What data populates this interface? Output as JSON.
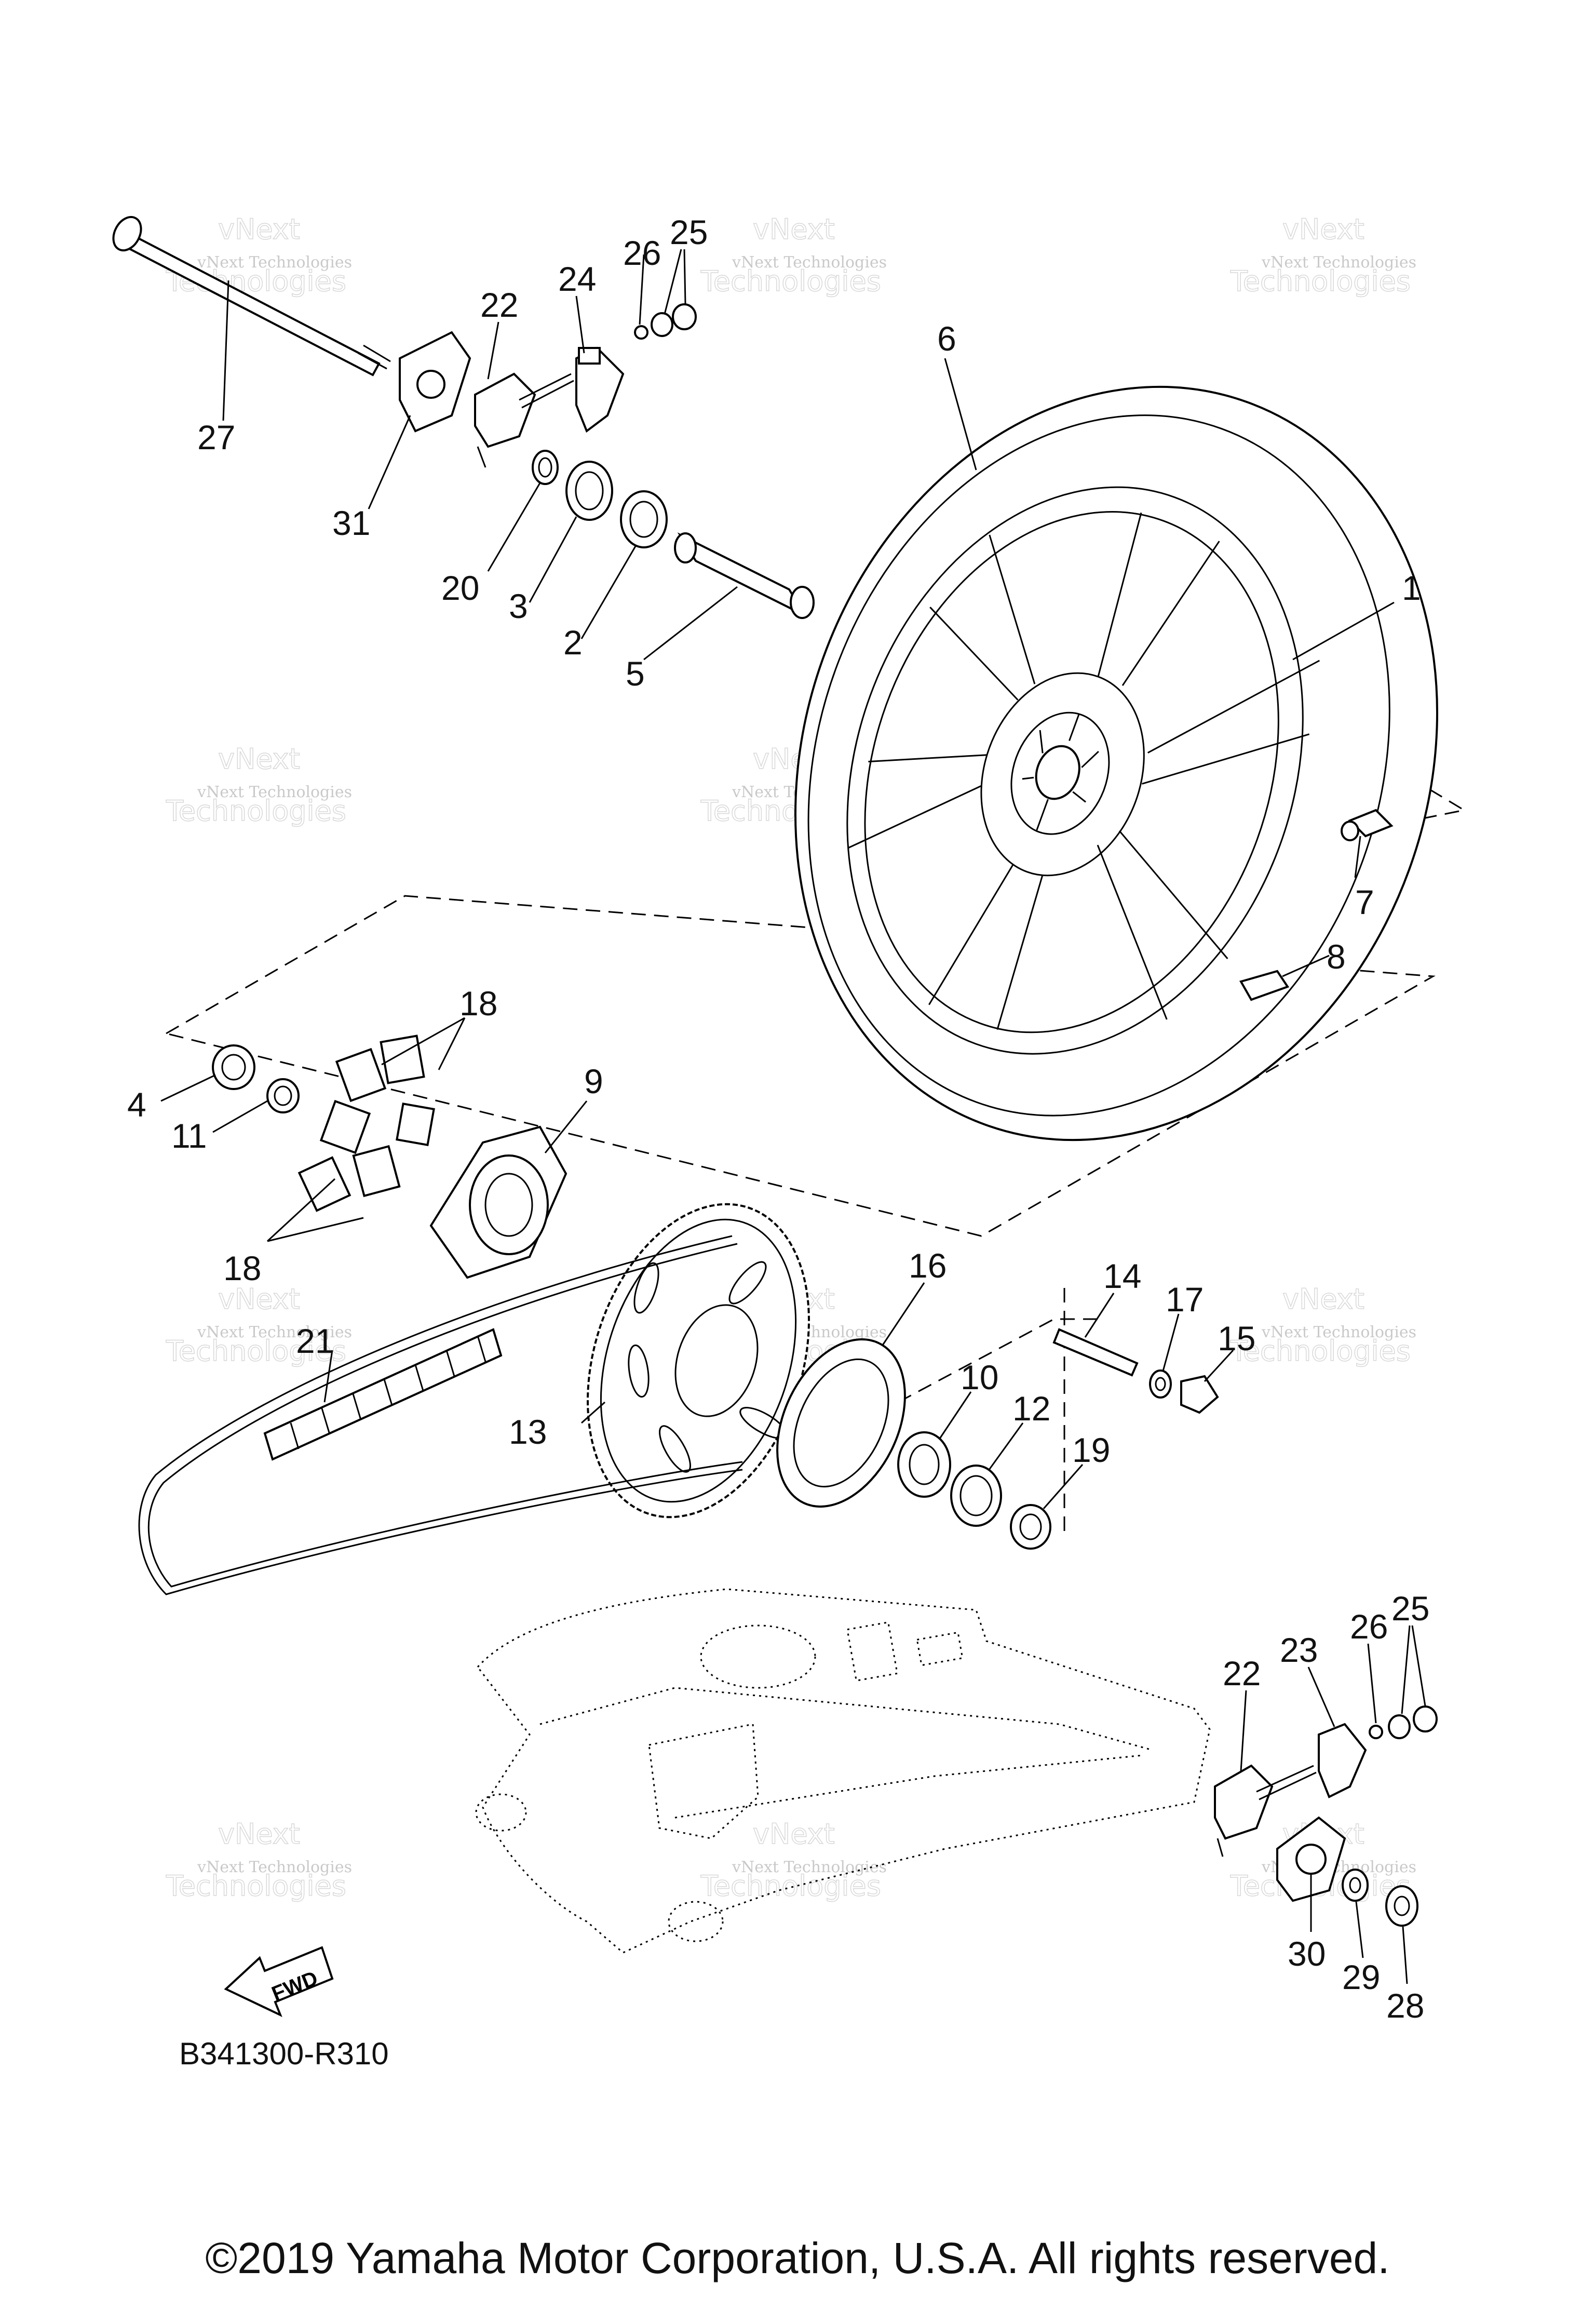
{
  "diagram": {
    "code": "B341300-R310",
    "fwd_label": "FWD",
    "callouts": [
      "1",
      "2",
      "3",
      "4",
      "5",
      "6",
      "7",
      "8",
      "9",
      "10",
      "11",
      "12",
      "13",
      "14",
      "15",
      "16",
      "17",
      "18",
      "18",
      "19",
      "20",
      "21",
      "22",
      "22",
      "23",
      "24",
      "25",
      "25",
      "26",
      "26",
      "27",
      "28",
      "29",
      "30",
      "31"
    ]
  },
  "watermark": {
    "line1": "vNext Technologies",
    "line2": "vNext",
    "line3": "Technologies"
  },
  "footer": {
    "copyright": "©2019 Yamaha Motor Corporation, U.S.A. All rights reserved."
  }
}
